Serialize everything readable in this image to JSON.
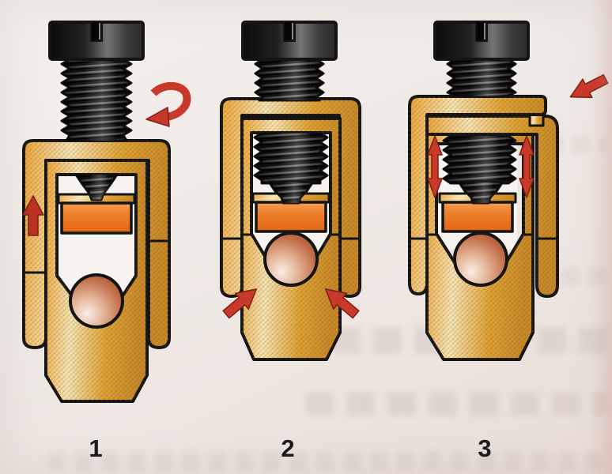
{
  "page": {
    "kind": "scanned-book-illustration",
    "description": "Three-step diagram of a screw-operated quick-release clamp with ball detent",
    "background_paper": "#efe9e5"
  },
  "palette": {
    "brass": "#eaa53a",
    "brass_highlight": "#f8e7b8",
    "brass_shadow": "#c8892a",
    "anvil_orange": "#e76f18",
    "steel_dark": "#141414",
    "steel_light": "#7d7d7d",
    "arrow_red": "#c8382b",
    "ball_dark": "#9c4526",
    "ball_light": "#f8efe6",
    "outline": "#141414"
  },
  "figures": [
    {
      "label": "1",
      "arrow_icons": [
        "rotate-screw-arrow-icon",
        "yoke-up-arrow-icon"
      ]
    },
    {
      "label": "2",
      "arrow_icons": [
        "clamp-ball-left-arrow-icon",
        "clamp-ball-right-arrow-icon"
      ]
    },
    {
      "label": "3",
      "arrow_icons": [
        "release-latch-arrow-icon",
        "free-play-left-arrow-icon",
        "free-play-right-arrow-icon"
      ]
    }
  ]
}
